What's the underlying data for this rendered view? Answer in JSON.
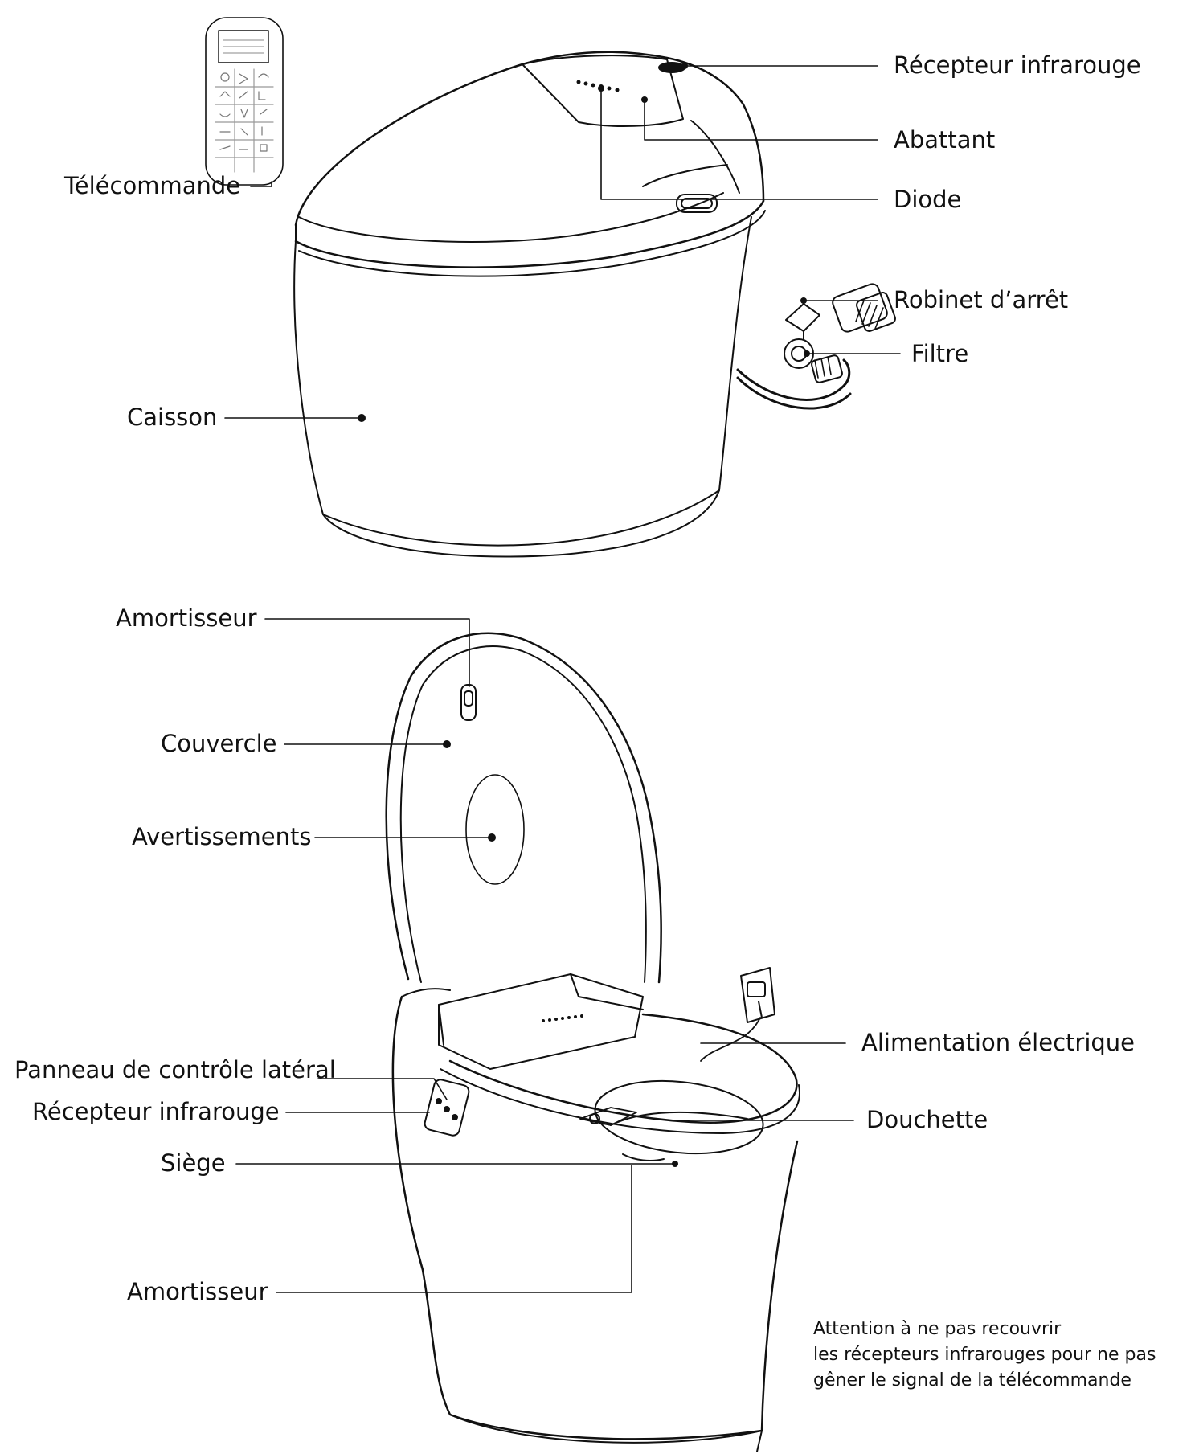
{
  "top_labels": {
    "recepteur": "Récepteur infrarouge",
    "abattant": "Abattant",
    "diode": "Diode",
    "robinet": "Robinet d’arrêt",
    "filtre": "Filtre",
    "telecommande": "Télécommande",
    "caisson": "Caisson"
  },
  "bottom_labels": {
    "amortisseur_top": "Amortisseur",
    "couvercle": "Couvercle",
    "avertissements": "Avertissements",
    "alimentation": "Alimentation électrique",
    "panneau": "Panneau de contrôle latéral",
    "recepteur": "Récepteur infrarouge",
    "douchette": "Douchette",
    "siege": "Siège",
    "amortisseur_bottom": "Amortisseur"
  },
  "note": {
    "line1": "Attention à ne pas recouvrir",
    "line2": "les récepteurs infrarouges pour ne pas",
    "line3": "gêner le signal de la télécommande"
  },
  "colors": {
    "line": "#111111",
    "background": "#ffffff"
  }
}
